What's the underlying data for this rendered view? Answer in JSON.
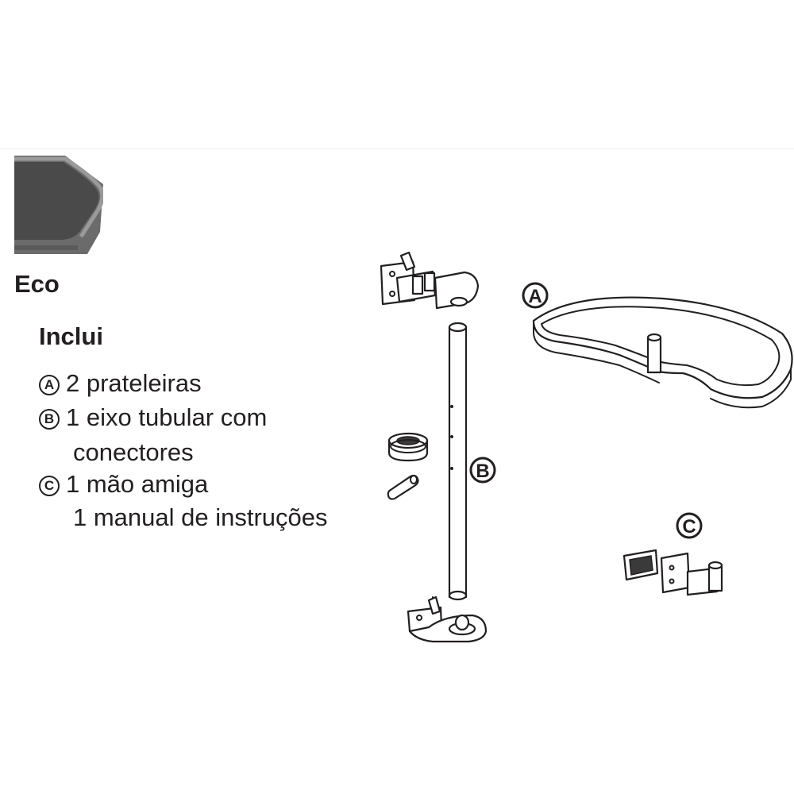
{
  "variant": {
    "title": "Eco",
    "swatch_colors": {
      "face": "#4a4a4a",
      "rim": "#9a9a9a",
      "edge": "#6b6b6b"
    }
  },
  "includes": {
    "title": "Inclui",
    "items": [
      {
        "badge": "A",
        "lines": [
          "2 prateleiras"
        ]
      },
      {
        "badge": "B",
        "lines": [
          "1 eixo tubular com",
          "conectores"
        ]
      },
      {
        "badge": "C",
        "lines": [
          "1 mão amiga",
          "1 manual de instruções"
        ]
      }
    ]
  },
  "diagram": {
    "callouts": {
      "shelf": "A",
      "axis": "B",
      "helper": "C"
    }
  }
}
